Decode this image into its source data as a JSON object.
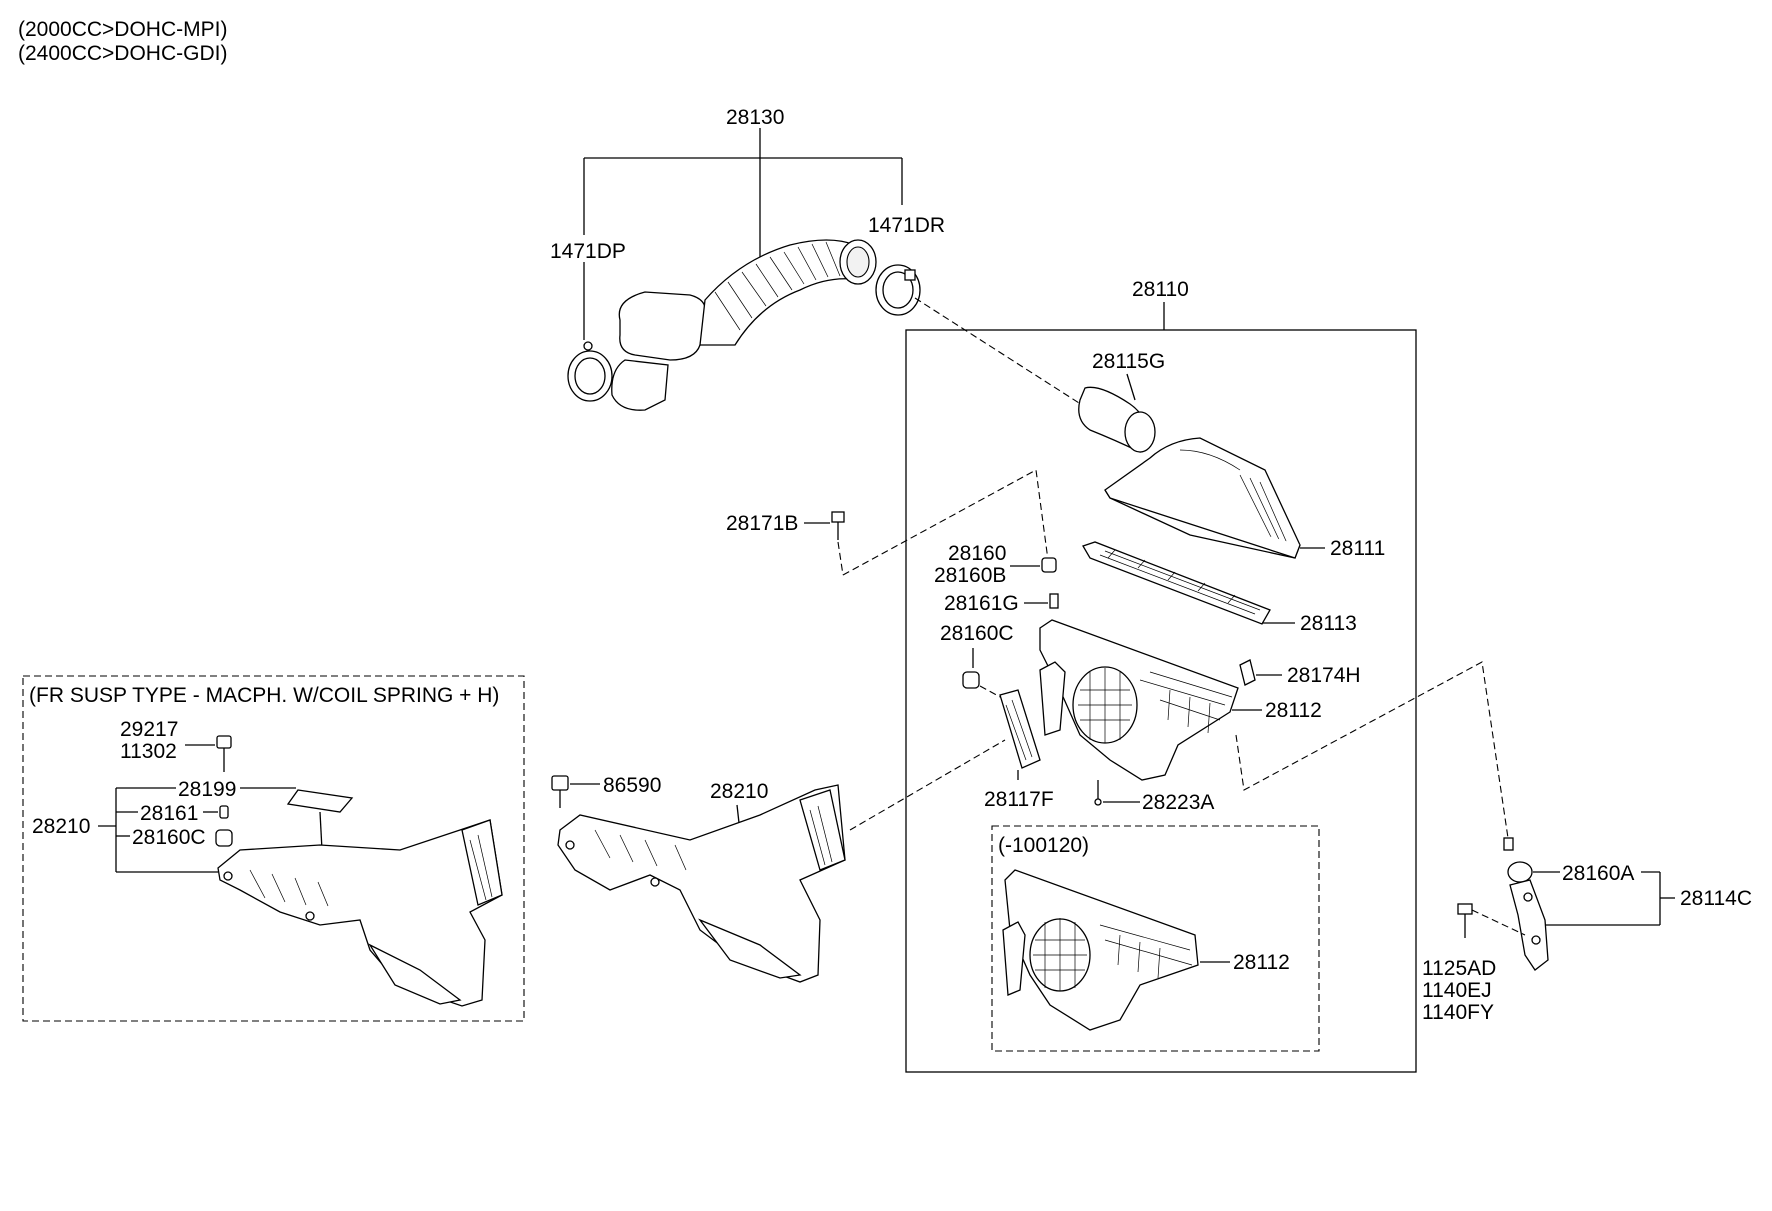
{
  "header": {
    "line1": "(2000CC>DOHC-MPI)",
    "line2": "(2400CC>DOHC-GDI)"
  },
  "callouts": {
    "p28130": "28130",
    "p1471DP": "1471DP",
    "p1471DR": "1471DR",
    "p28110": "28110",
    "p28115G": "28115G",
    "p28111": "28111",
    "p28171B": "28171B",
    "p28160": "28160",
    "p28160B": "28160B",
    "p28161G": "28161G",
    "p28113": "28113",
    "p28160C": "28160C",
    "p28174H": "28174H",
    "p28112": "28112",
    "p28117F": "28117F",
    "p28223A": "28223A",
    "p86590": "86590",
    "p28210": "28210",
    "p28112b": "28112",
    "p28160A": "28160A",
    "p28114C": "28114C",
    "p1125AD": "1125AD",
    "p1140EJ": "1140EJ",
    "p1140FY": "1140FY"
  },
  "inset_left": {
    "title": "(FR SUSP TYPE - MACPH. W/COIL SPRING + H)",
    "p29217": "29217",
    "p11302": "11302",
    "p28199": "28199",
    "p28161": "28161",
    "p28160C": "28160C",
    "p28210": "28210"
  },
  "inset_right": {
    "title": "(-100120)"
  }
}
